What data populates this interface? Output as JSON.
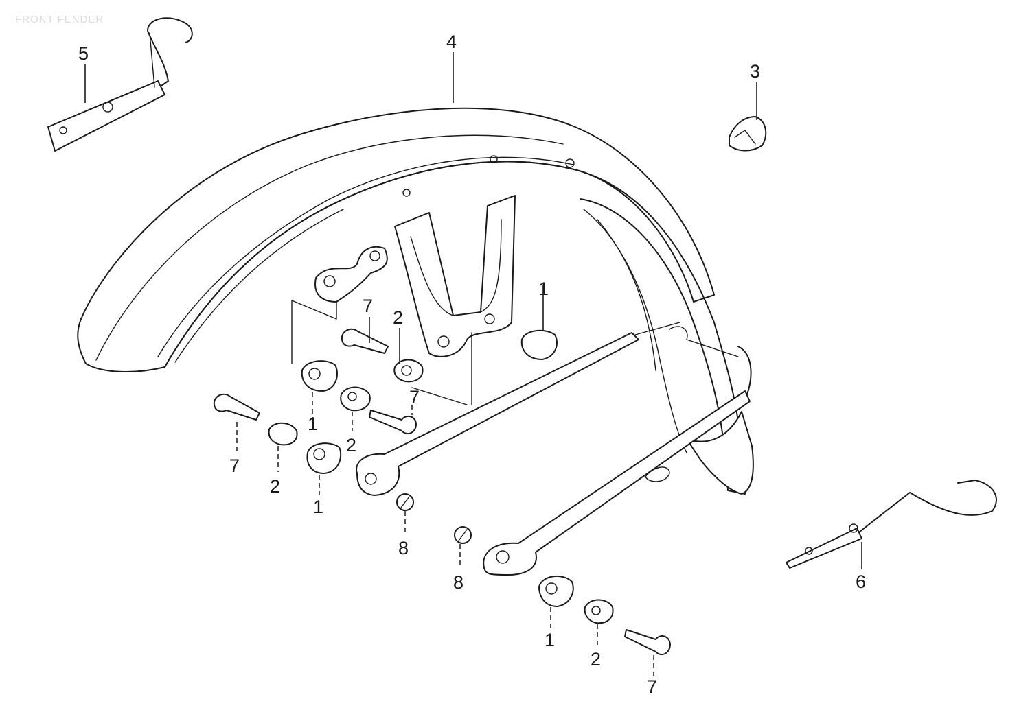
{
  "diagram": {
    "title": "FRONT FENDER",
    "callouts": [
      {
        "id": "c5",
        "label": "5"
      },
      {
        "id": "c4",
        "label": "4"
      },
      {
        "id": "c3",
        "label": "3"
      },
      {
        "id": "c7a",
        "label": "7"
      },
      {
        "id": "c2a",
        "label": "2"
      },
      {
        "id": "c1a",
        "label": "1"
      },
      {
        "id": "c1b",
        "label": "1"
      },
      {
        "id": "c2b",
        "label": "2"
      },
      {
        "id": "c7b",
        "label": "7"
      },
      {
        "id": "c7c",
        "label": "7"
      },
      {
        "id": "c2c",
        "label": "2"
      },
      {
        "id": "c1c",
        "label": "1"
      },
      {
        "id": "c8a",
        "label": "8"
      },
      {
        "id": "c8b",
        "label": "8"
      },
      {
        "id": "c1d",
        "label": "1"
      },
      {
        "id": "c2d",
        "label": "2"
      },
      {
        "id": "c7d",
        "label": "7"
      },
      {
        "id": "c6",
        "label": "6"
      }
    ]
  }
}
